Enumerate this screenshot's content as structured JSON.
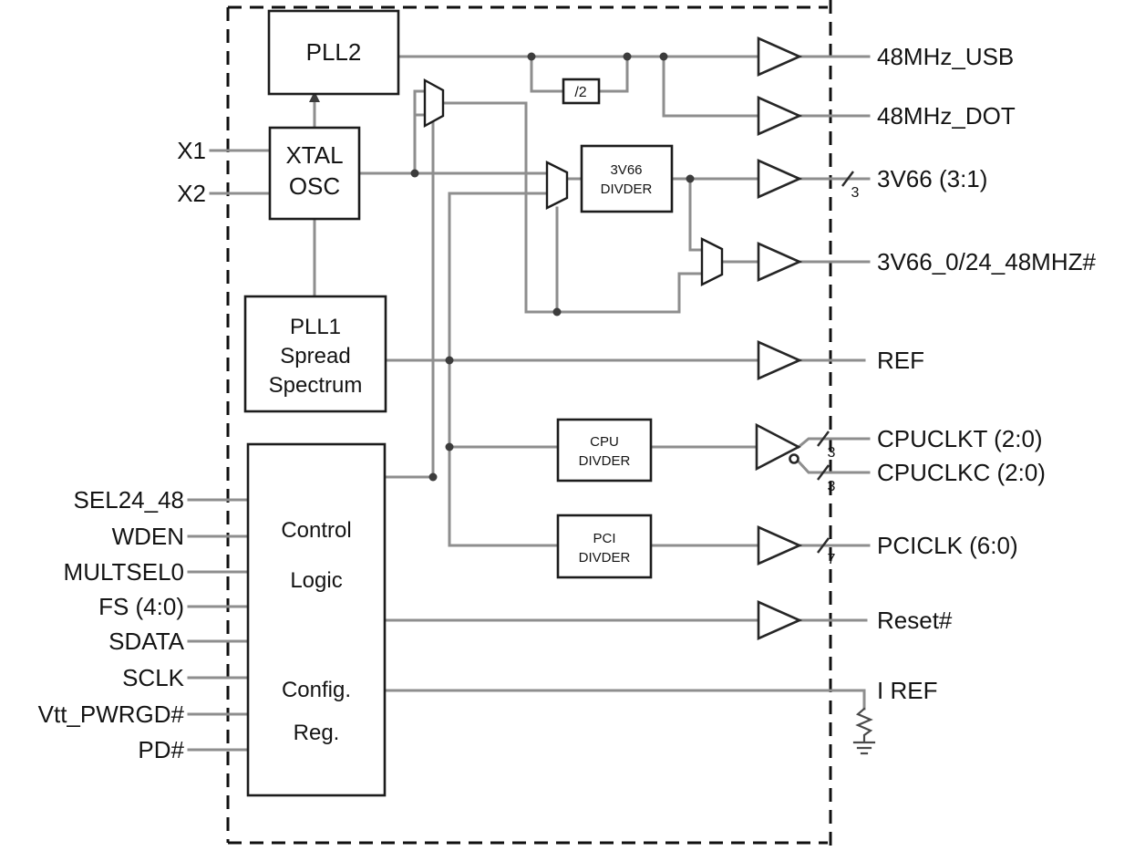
{
  "diagram": {
    "blocks": {
      "pll2": {
        "label": "PLL2"
      },
      "xtal_osc": {
        "line1": "XTAL",
        "line2": "OSC"
      },
      "pll1": {
        "line1": "PLL1",
        "line2": "Spread",
        "line3": "Spectrum"
      },
      "div2": {
        "label": "/2"
      },
      "div_3v66": {
        "line1": "3V66",
        "line2": "DIVDER"
      },
      "div_cpu": {
        "line1": "CPU",
        "line2": "DIVDER"
      },
      "div_pci": {
        "line1": "PCI",
        "line2": "DIVDER"
      },
      "control": {
        "line1": "Control",
        "line2": "Logic",
        "line3": "Config.",
        "line4": "Reg."
      }
    },
    "inputs": [
      {
        "id": "x1",
        "label": "X1"
      },
      {
        "id": "x2",
        "label": "X2"
      },
      {
        "id": "sel24_48",
        "label": "SEL24_48"
      },
      {
        "id": "wden",
        "label": "WDEN"
      },
      {
        "id": "multsel0",
        "label": "MULTSEL0"
      },
      {
        "id": "fs",
        "label": "FS (4:0)"
      },
      {
        "id": "sdata",
        "label": "SDATA"
      },
      {
        "id": "sclk",
        "label": "SCLK"
      },
      {
        "id": "vtt_pwrgd",
        "label": "Vtt_PWRGD#"
      },
      {
        "id": "pd",
        "label": "PD#"
      }
    ],
    "outputs": [
      {
        "id": "usb",
        "label": "48MHz_USB"
      },
      {
        "id": "dot",
        "label": "48MHz_DOT"
      },
      {
        "id": "v3v66",
        "label": "3V66 (3:1)",
        "bus": "3"
      },
      {
        "id": "v3v66_sel",
        "label": "3V66_0/24_48MHZ#"
      },
      {
        "id": "ref",
        "label": "REF"
      },
      {
        "id": "cpuclkt",
        "label": "CPUCLKT (2:0)",
        "bus": "3"
      },
      {
        "id": "cpuclkc",
        "label": "CPUCLKC (2:0)",
        "bus": "3"
      },
      {
        "id": "pciclk",
        "label": "PCICLK (6:0)",
        "bus": "7"
      },
      {
        "id": "reset",
        "label": "Reset#"
      },
      {
        "id": "iref",
        "label": "I REF"
      }
    ],
    "colors": {
      "background": "#ffffff",
      "wire": "#8e8e8e",
      "outline": "#1c1c1c",
      "text": "#141414"
    }
  }
}
